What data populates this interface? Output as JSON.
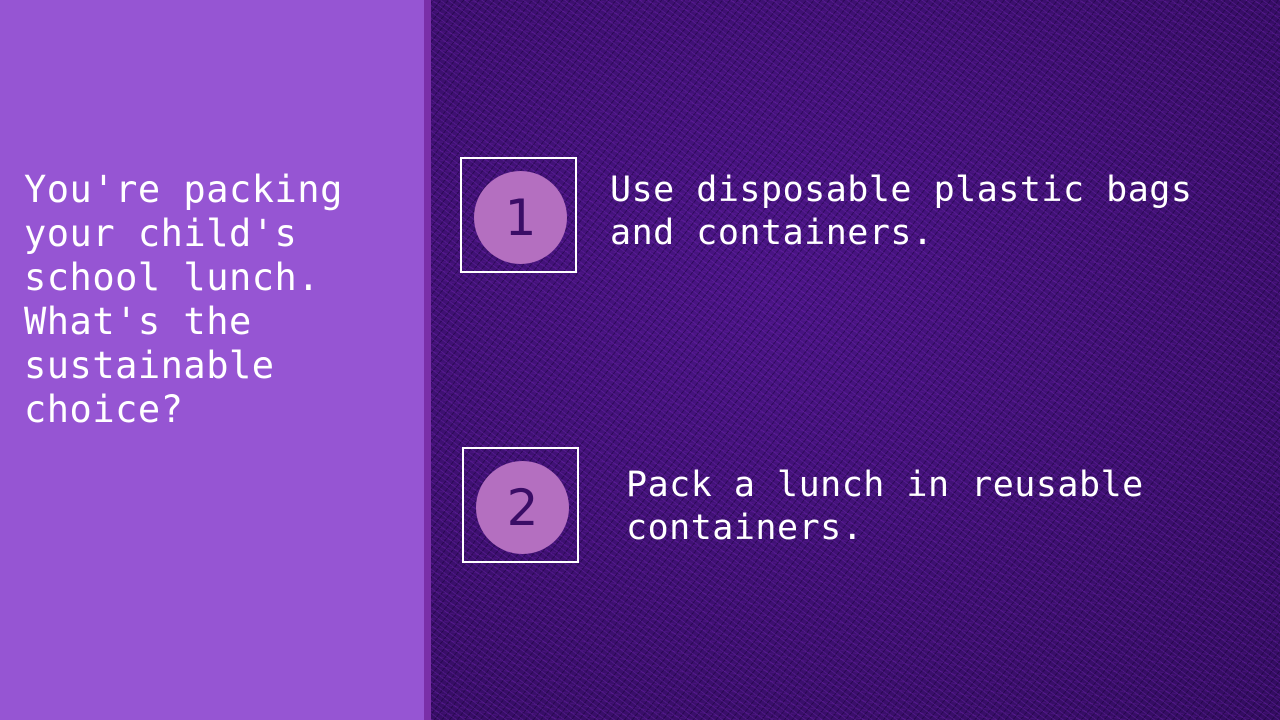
{
  "question": "You're packing your child's school lunch. What's the sustainable choice?",
  "options": [
    {
      "number": "1",
      "text": "Use disposable plastic bags and containers."
    },
    {
      "number": "2",
      "text": "Pack a lunch in reusable containers."
    }
  ],
  "colors": {
    "left_panel": "#9655d3",
    "right_panel": "#3d1170",
    "number_circle": "#b46fc0",
    "number_text": "#3a0d66",
    "text": "#ffffff"
  }
}
